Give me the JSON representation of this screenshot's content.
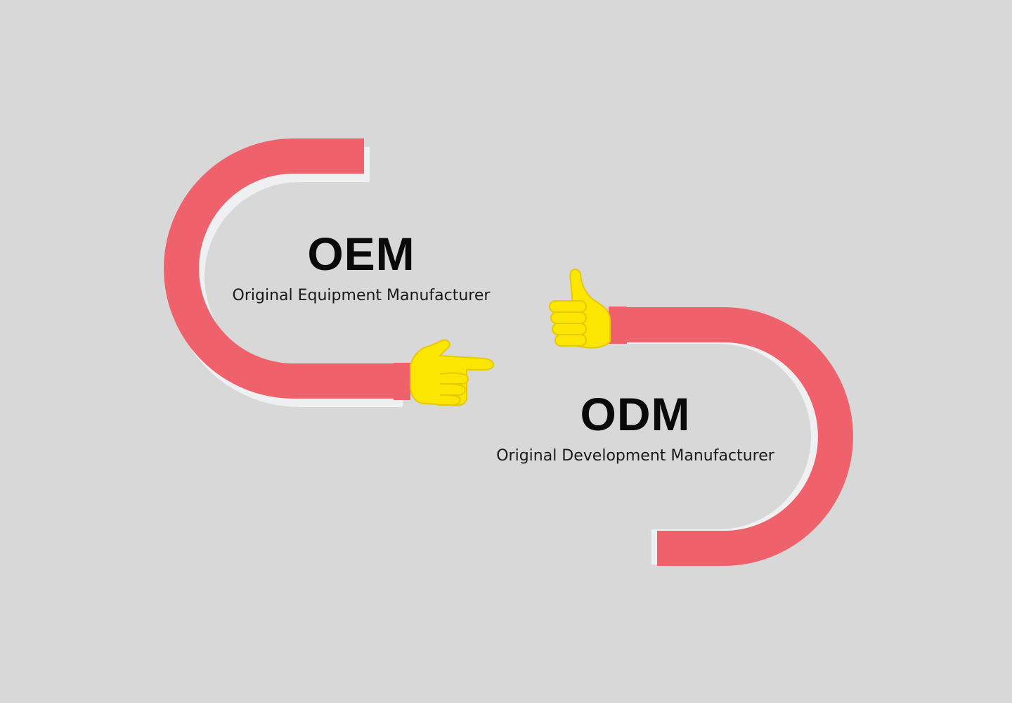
{
  "colors": {
    "background": "#d8d8d8",
    "arm": "#ef626c",
    "arm_shadow": "#eef0f2",
    "hand": "#fae600",
    "hand_outline": "#e8c800",
    "text": "#0a0a0a"
  },
  "oem": {
    "acronym": "OEM",
    "full_name": "Original Equipment Manufacturer",
    "hand_icon": "pointing-hand-icon"
  },
  "odm": {
    "acronym": "ODM",
    "full_name": "Original Development Manufacturer",
    "hand_icon": "thumbs-up-icon"
  }
}
